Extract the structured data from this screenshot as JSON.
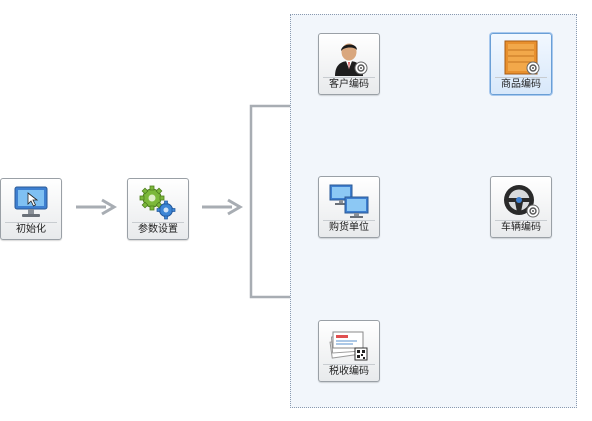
{
  "workflow": {
    "init": {
      "label": "初始化",
      "icon": "monitor-cursor-icon"
    },
    "params": {
      "label": "参数设置",
      "icon": "gears-icon"
    }
  },
  "panel": {
    "customer": {
      "label": "客户编码",
      "icon": "person-gear-icon"
    },
    "product": {
      "label": "商品编码",
      "icon": "box-gear-icon"
    },
    "buyer": {
      "label": "购货单位",
      "icon": "network-computers-icon"
    },
    "vehicle": {
      "label": "车辆编码",
      "icon": "steering-wheel-gear-icon"
    },
    "tax": {
      "label": "税收编码",
      "icon": "tickets-qr-icon"
    }
  },
  "colors": {
    "panel_bg": "#f2f6fb",
    "panel_border": "#8a9ab0",
    "arrow": "#a8adb3",
    "bracket": "#a8adb3",
    "selected_border": "#6a9fd6"
  }
}
